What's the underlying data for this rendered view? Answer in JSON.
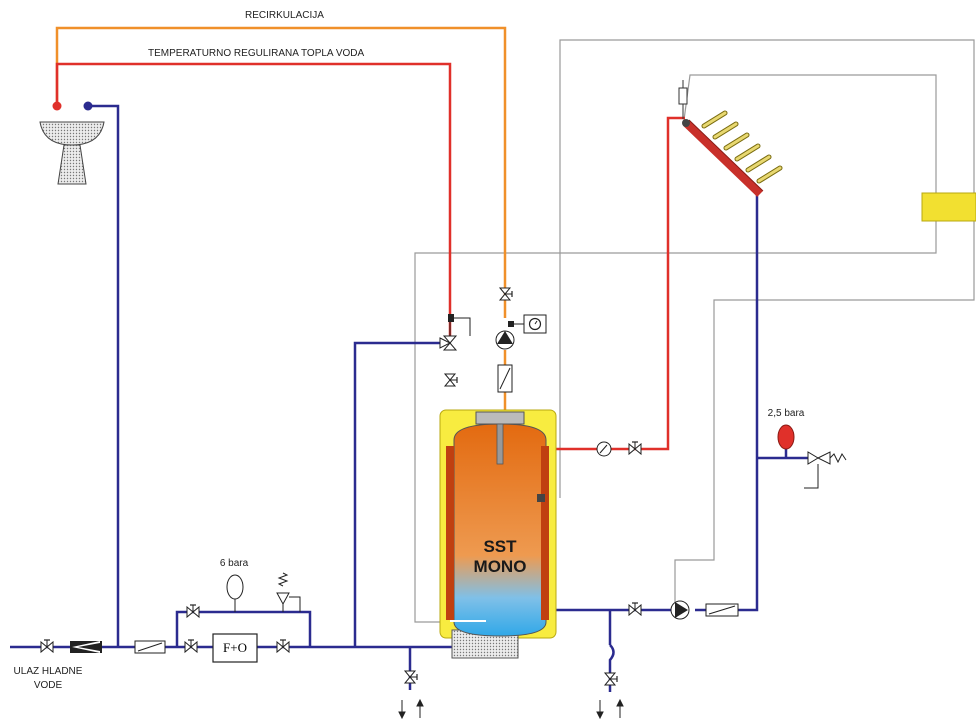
{
  "labels": {
    "recirculation": "RECIRKULACIJA",
    "hot_water": "TEMPERATURNO REGULIRANA TOPLA VODA",
    "tank_line1": "SST",
    "tank_line2": "MONO",
    "cold_inlet_line1": "ULAZ HLADNE",
    "cold_inlet_line2": "VODE",
    "filter_box": "F+O",
    "expansion_6": "6 bara",
    "expansion_25": "2,5 bara"
  },
  "colors": {
    "cold_pipe": "#2b2b8f",
    "hot_pipe": "#e0302a",
    "recirc_pipe": "#f0902a",
    "control_wire": "#9a9a9a",
    "collector_frame": "#c8302a",
    "collector_tubes": "#d8c860",
    "tank_insulation": "#f8ec40",
    "tank_top": "#e36a10",
    "tank_bottom": "#30a8e8",
    "heat_exchanger": "#c04010",
    "controller_box": "#f2e030"
  },
  "icons": {
    "valve": "gate-valve-icon",
    "pump": "circulation-pump-icon",
    "flow_meter": "flow-meter-icon",
    "manometer": "pressure-gauge-icon",
    "safety_valve": "safety-valve-icon",
    "expansion_vessel": "expansion-vessel-icon",
    "sink": "washbasin-icon",
    "solar_collector": "solar-collector-icon",
    "controller": "solar-controller-icon"
  }
}
